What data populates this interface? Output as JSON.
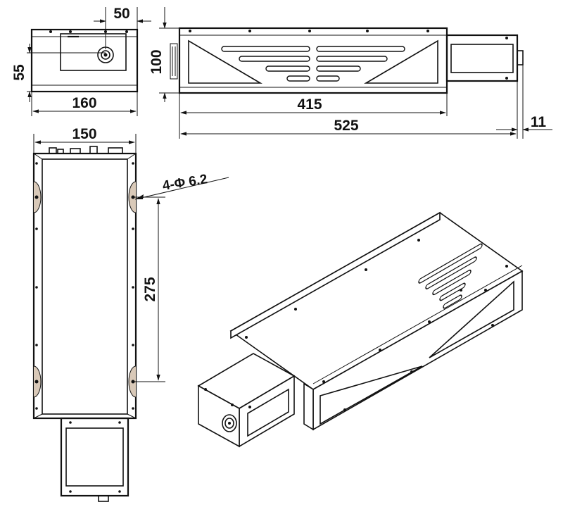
{
  "dimensions": {
    "front_width": "160",
    "front_height": "55",
    "connector_offset": "50",
    "side_height": "100",
    "body_length": "415",
    "total_length": "525",
    "rear_protrusion": "11",
    "top_width": "150",
    "hole_spacing": "275",
    "hole_spec": "4-Φ 6.2"
  }
}
